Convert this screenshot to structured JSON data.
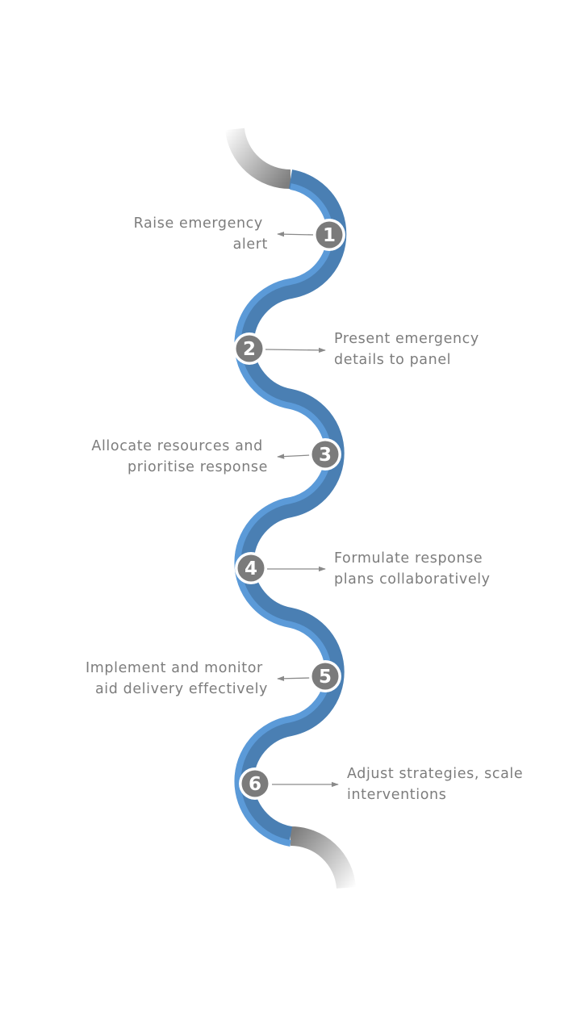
{
  "steps": [
    {
      "number": "1",
      "lines": [
        "Raise emergency",
        "alert"
      ]
    },
    {
      "number": "2",
      "lines": [
        "Present emergency",
        "details to panel"
      ]
    },
    {
      "number": "3",
      "lines": [
        "Allocate resources and",
        "prioritise response"
      ]
    },
    {
      "number": "4",
      "lines": [
        "Formulate response",
        "plans collaboratively"
      ]
    },
    {
      "number": "5",
      "lines": [
        "Implement and monitor",
        "aid delivery effectively"
      ]
    },
    {
      "number": "6",
      "lines": [
        "Adjust strategies, scale",
        "interventions"
      ]
    }
  ],
  "colors": {
    "path_outer": "#4a7fb3",
    "path_inner": "#5b9ad8",
    "circle": "#7b7b7b",
    "circle_ring": "#ffffff",
    "arrow": "#8a8a8a",
    "text": "#7d7d7d",
    "tail": "#808080"
  }
}
